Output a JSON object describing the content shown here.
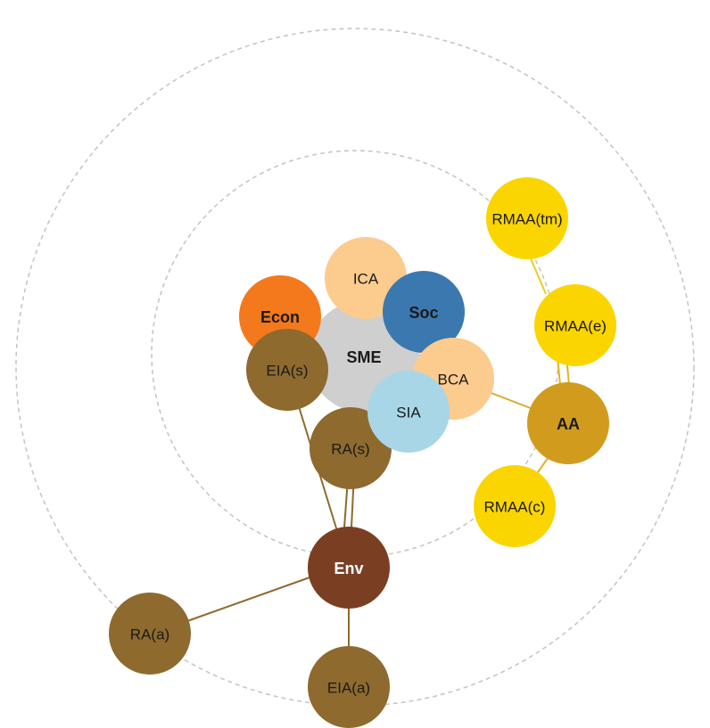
{
  "nodes": {
    "sme": {
      "label": "SME",
      "color": "#cfcfcf"
    },
    "ica": {
      "label": "ICA",
      "color": "#fccb8e"
    },
    "soc": {
      "label": "Soc",
      "color": "#3b78b0"
    },
    "econ": {
      "label": "Econ",
      "color": "#f4791c"
    },
    "eia_s": {
      "label": "EIA(s)",
      "color": "#8e6a2f"
    },
    "bca": {
      "label": "BCA",
      "color": "#fccb8e"
    },
    "sia": {
      "label": "SIA",
      "color": "#a9d6e6"
    },
    "ra_s": {
      "label": "RA(s)",
      "color": "#8e6a2f"
    },
    "env": {
      "label": "Env",
      "color": "#7a3f23"
    },
    "ra_a": {
      "label": "RA(a)",
      "color": "#8e6a2f"
    },
    "eia_a": {
      "label": "EIA(a)",
      "color": "#8e6a2f"
    },
    "aa": {
      "label": "AA",
      "color": "#d19c1e"
    },
    "rmaa_tm": {
      "label": "RMAA(tm)",
      "color": "#fad500"
    },
    "rmaa_e": {
      "label": "RMAA(e)",
      "color": "#fad500"
    },
    "rmaa_c": {
      "label": "RMAA(c)",
      "color": "#fad500"
    }
  },
  "colors": {
    "ring": "#c4c4c4",
    "edge_brown": "#8e6a2f",
    "edge_gold": "#d8aa2a",
    "edge_yellow": "#f2cc1a"
  }
}
